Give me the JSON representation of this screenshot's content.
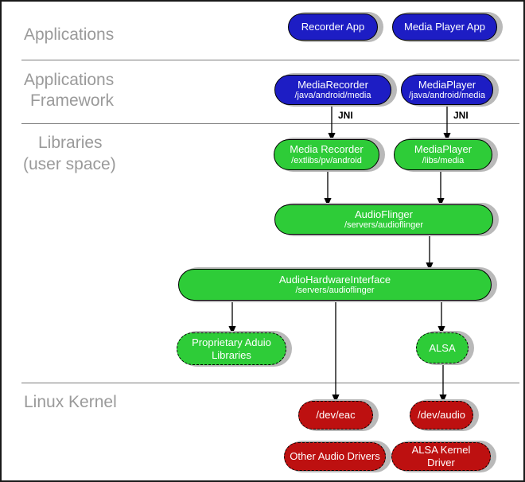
{
  "sections": {
    "applications": "Applications",
    "framework_line1": "Applications",
    "framework_line2": "Framework",
    "libraries_line1": "Libraries",
    "libraries_line2": "(user space)",
    "kernel": "Linux Kernel"
  },
  "labels": {
    "jni": "JNI"
  },
  "nodes": {
    "recorder_app": {
      "label": "Recorder App"
    },
    "media_player_app": {
      "label": "Media Player App"
    },
    "media_recorder_framework": {
      "label": "MediaRecorder",
      "path": "/java/android/media"
    },
    "media_player_framework": {
      "label": "MediaPlayer",
      "path": "/java/android/media"
    },
    "media_recorder_lib": {
      "label": "Media Recorder",
      "path": "/extlibs/pv/android"
    },
    "media_player_lib": {
      "label": "MediaPlayer",
      "path": "/libs/media"
    },
    "audio_flinger": {
      "label": "AudioFlinger",
      "path": "/servers/audioflinger"
    },
    "audio_hardware_interface": {
      "label": "AudioHardwareInterface",
      "path": "/servers/audioflinger"
    },
    "proprietary_audio_libraries": {
      "label": "Proprietary Aduio Libraries"
    },
    "alsa": {
      "label": "ALSA"
    },
    "dev_eac": {
      "label": "/dev/eac"
    },
    "dev_audio": {
      "label": "/dev/audio"
    },
    "other_audio_drivers": {
      "label": "Other Audio Drivers"
    },
    "alsa_kernel_driver": {
      "label": "ALSA Kernel Driver"
    }
  },
  "colors": {
    "application_blue": "#1d1dc4",
    "library_green": "#2ecc38",
    "kernel_red": "#bd1010",
    "shadow_gray": "#b9b9b9",
    "section_label_gray": "#9a9a9a"
  }
}
